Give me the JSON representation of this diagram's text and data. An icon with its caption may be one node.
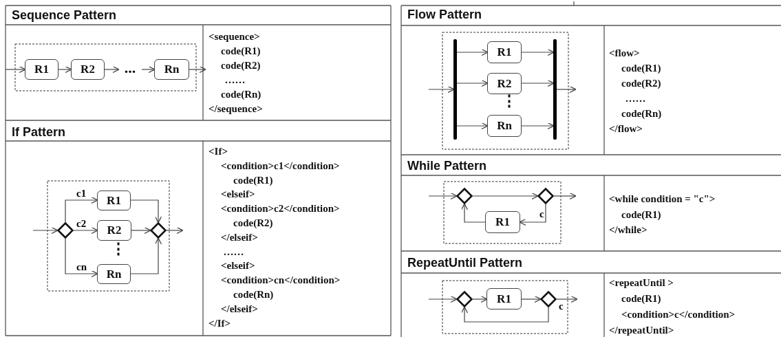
{
  "diagram": {
    "nodes": [
      {
        "text": [
          "R1"
        ]
      },
      {
        "text": [
          "R2"
        ]
      },
      {
        "text": [
          "..."
        ]
      },
      {
        "text": [
          "Rn"
        ]
      },
      {
        "text": [],
        "shape": "diamond"
      },
      {
        "text": [
          "R1"
        ]
      },
      {
        "text": [
          "R2"
        ]
      },
      {
        "text": [
          "Rn"
        ]
      },
      {
        "text": [],
        "shape": "diamond"
      },
      {
        "text": [],
        "shape": "bar"
      },
      {
        "text": [
          "R1"
        ]
      },
      {
        "text": [
          "R2"
        ]
      },
      {
        "text": [
          "Rn"
        ]
      },
      {
        "text": [],
        "shape": "bar"
      },
      {
        "text": [],
        "shape": "diamond"
      },
      {
        "text": [],
        "shape": "diamond"
      },
      {
        "text": [
          "R1"
        ]
      },
      {
        "text": [],
        "shape": "diamond"
      },
      {
        "text": [
          "R1"
        ]
      },
      {
        "text": [],
        "shape": "diamond"
      }
    ],
    "edges": [
      {
        "from": null,
        "to": 0,
        "arrow": "to"
      },
      {
        "from": 0,
        "to": 1,
        "arrow": "to"
      },
      {
        "from": 1,
        "to": 2,
        "arrow": "to"
      },
      {
        "from": 2,
        "to": 3,
        "arrow": "to"
      },
      {
        "from": 3,
        "to": null,
        "arrow": "to"
      },
      {
        "from": null,
        "to": 4,
        "arrow": "to"
      },
      {
        "from": 4,
        "to": 5,
        "arrow": "to",
        "label": "c1"
      },
      {
        "from": 4,
        "to": 6,
        "arrow": "to",
        "label": "c2"
      },
      {
        "from": 4,
        "to": 7,
        "arrow": "to",
        "label": "cn"
      },
      {
        "from": 5,
        "to": 8,
        "arrow": "to"
      },
      {
        "from": 6,
        "to": 8,
        "arrow": "to"
      },
      {
        "from": 7,
        "to": 8,
        "arrow": "to"
      },
      {
        "from": 8,
        "to": null,
        "arrow": "to"
      },
      {
        "from": null,
        "to": 9,
        "arrow": "to"
      },
      {
        "from": 9,
        "to": 10,
        "arrow": "to"
      },
      {
        "from": 9,
        "to": 11,
        "arrow": "to"
      },
      {
        "from": 9,
        "to": 12,
        "arrow": "to"
      },
      {
        "from": 10,
        "to": 13,
        "arrow": "to"
      },
      {
        "from": 11,
        "to": 13,
        "arrow": "to"
      },
      {
        "from": 12,
        "to": 13,
        "arrow": "to"
      },
      {
        "from": 13,
        "to": null,
        "arrow": "to"
      },
      {
        "from": null,
        "to": 14,
        "arrow": "to"
      },
      {
        "from": 14,
        "to": 15,
        "arrow": "to"
      },
      {
        "from": 15,
        "to": 16,
        "arrow": "to",
        "label": "c"
      },
      {
        "from": 16,
        "to": 14,
        "arrow": "to"
      },
      {
        "from": 15,
        "to": null,
        "arrow": "to"
      },
      {
        "from": null,
        "to": 17,
        "arrow": "to"
      },
      {
        "from": 17,
        "to": 18,
        "arrow": "to"
      },
      {
        "from": 18,
        "to": 19,
        "arrow": "to"
      },
      {
        "from": 19,
        "to": 17,
        "arrow": "to"
      },
      {
        "from": 19,
        "to": null,
        "arrow": "to",
        "label": "c"
      }
    ],
    "labels": [
      "Sequence Pattern",
      "<sequence>",
      "code(R1)",
      "code(R2)",
      "……",
      "code(Rn)",
      "</sequence>",
      "If Pattern",
      "⋮",
      "<If>",
      "<condition>c1</condition>",
      "code(R1)",
      "<elseif>",
      "<condition>c2</condition>",
      "code(R2)",
      "</elseif>",
      "……",
      "<elseif>",
      "<condition>cn</condition>",
      "code(Rn)",
      "</elseif>",
      "</If>",
      "Flow Pattern",
      "⋮",
      "<flow>",
      "code(R1)",
      "code(R2)",
      "……",
      "code(Rn)",
      "</flow>",
      "While Pattern",
      "<while condition = \"c\">",
      "code(R1)",
      "</while>",
      "RepeatUntil Pattern",
      "<repeatUntil >",
      "code(R1)",
      "<condition>c</condition>",
      "</repeatUntil>"
    ]
  }
}
